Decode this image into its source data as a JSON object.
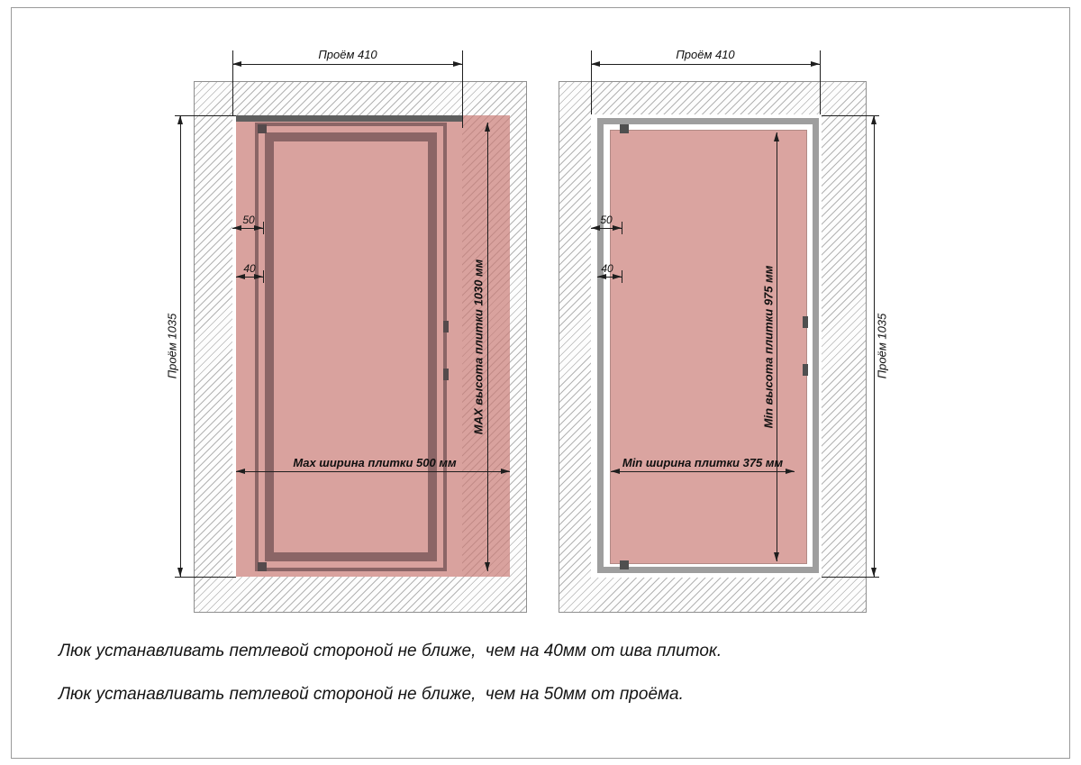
{
  "drawing": {
    "left": {
      "opening_width": "Проём 410",
      "opening_height": "Проём 1035",
      "tile_height": "MAX высота плитки 1030 мм",
      "tile_width": "Max ширина плитки 500 мм",
      "offset_from_opening": "50",
      "offset_from_seam": "40"
    },
    "right": {
      "opening_width": "Проём 410",
      "opening_height": "Проём 1035",
      "tile_height": "Min высота плитки 975 мм",
      "tile_width": "Min ширина плитки 375 мм",
      "offset_from_opening": "50",
      "offset_from_seam": "40"
    },
    "notes": [
      "Люк устанавливать петлевой стороной не ближе,  чем на 40мм от шва плиток.",
      "Люк устанавливать петлевой стороной не ближе,  чем на 50мм от проёма."
    ],
    "colors": {
      "tile_pink": "#daa4a0",
      "frame_dark": "#8b6566",
      "frame_gray": "#9e9e9e",
      "hatch_line": "#b3b3b3",
      "dim_line": "#1e1e1e"
    }
  }
}
